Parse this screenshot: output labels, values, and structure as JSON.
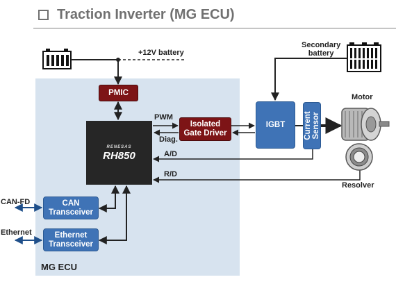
{
  "title": "Traction Inverter (MG ECU)",
  "battery_12v_label": "+12V battery",
  "secondary_battery_label": [
    "Secondary",
    "battery"
  ],
  "pmic": "PMIC",
  "mcu": {
    "brand": "RENESAS",
    "chip": "RH850"
  },
  "gate_driver": [
    "Isolated",
    "Gate Driver"
  ],
  "igbt": "IGBT",
  "current_sensor": [
    "Current",
    "Sensor"
  ],
  "motor_label": "Motor",
  "resolver_label": "Resolver",
  "pwm_label": "PWM",
  "diag_label": "Diag.",
  "ad_label": "A/D",
  "rd_label": "R/D",
  "can_fd_label": "CAN-FD",
  "ethernet_label": "Ethernet",
  "can_transceiver": [
    "CAN",
    "Transceiver"
  ],
  "ethernet_transceiver": [
    "Ethernet",
    "Transceiver"
  ],
  "ecu_label": "MG ECU",
  "colors": {
    "red_box": "#7d1416",
    "blue_box": "#3f73b6",
    "panel": "#d7e3ef",
    "mcu": "#262626"
  }
}
